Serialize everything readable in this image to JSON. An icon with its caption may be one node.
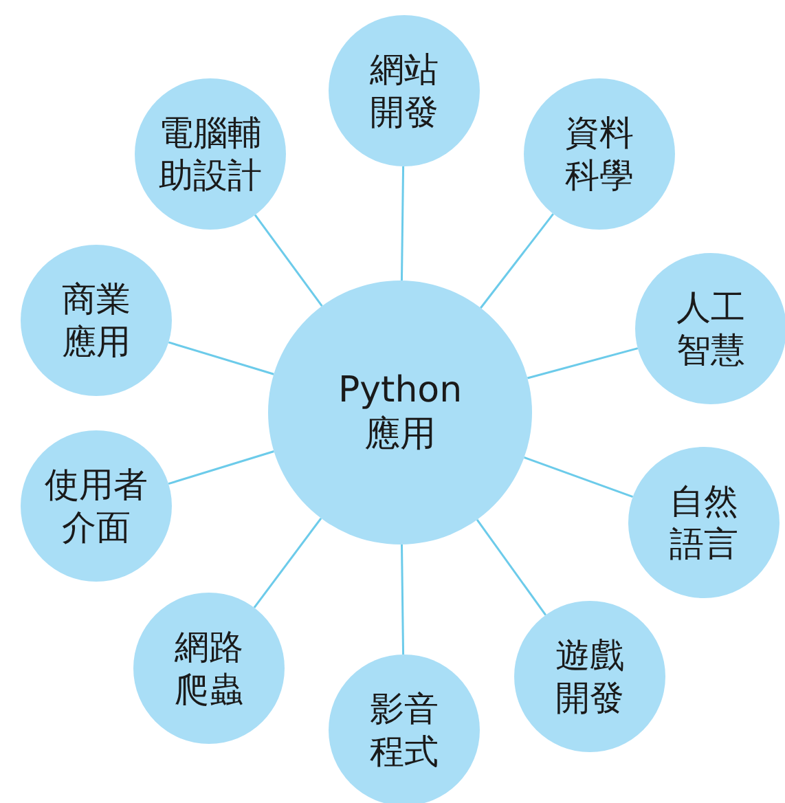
{
  "diagram": {
    "nodes": [
      {
        "text": [
          "Python 應用"
        ]
      },
      {
        "text": [
          "網站開發"
        ]
      },
      {
        "text": [
          "資料科學"
        ]
      },
      {
        "text": [
          "人工智慧"
        ]
      },
      {
        "text": [
          "自然語言"
        ]
      },
      {
        "text": [
          "遊戲開發"
        ]
      },
      {
        "text": [
          "影音程式"
        ]
      },
      {
        "text": [
          "網路爬蟲"
        ]
      },
      {
        "text": [
          "使用者介面"
        ]
      },
      {
        "text": [
          "商業應用"
        ]
      },
      {
        "text": [
          "電腦輔助設計"
        ]
      }
    ],
    "edges": [
      {
        "from": 0,
        "to": 1,
        "arrow": "none"
      },
      {
        "from": 0,
        "to": 2,
        "arrow": "none"
      },
      {
        "from": 0,
        "to": 3,
        "arrow": "none"
      },
      {
        "from": 0,
        "to": 4,
        "arrow": "none"
      },
      {
        "from": 0,
        "to": 5,
        "arrow": "none"
      },
      {
        "from": 0,
        "to": 6,
        "arrow": "none"
      },
      {
        "from": 0,
        "to": 7,
        "arrow": "none"
      },
      {
        "from": 0,
        "to": 8,
        "arrow": "none"
      },
      {
        "from": 0,
        "to": 9,
        "arrow": "none"
      },
      {
        "from": 0,
        "to": 10,
        "arrow": "none"
      }
    ]
  }
}
